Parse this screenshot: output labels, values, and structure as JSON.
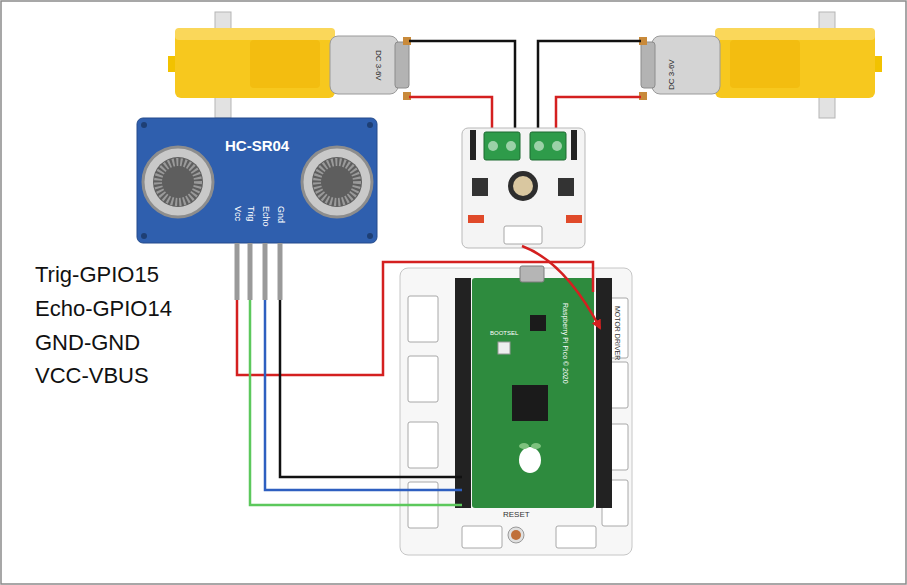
{
  "diagram": {
    "nodes": [
      {
        "text": [
          "DC 3-6V"
        ]
      },
      {
        "text": [
          "DC 3-6V"
        ]
      },
      {
        "text": [
          "HC-SR04",
          "Vcc",
          "Trig",
          "Echo",
          "Gnd"
        ]
      },
      {
        "text": [
          "MOTOR DRIVER",
          "RESET"
        ]
      },
      {
        "text": [
          "BOOTSEL",
          "Raspberry Pi Pico © 2020"
        ],
        "in": 3
      }
    ],
    "edges": [
      {
        "from": 2,
        "to": 3,
        "arrow": "none"
      },
      {
        "from": 2,
        "to": 3,
        "arrow": "none"
      },
      {
        "from": 2,
        "to": 3,
        "arrow": "none"
      },
      {
        "from": 2,
        "to": 3,
        "arrow": "none"
      }
    ],
    "labels": [
      "Trig-GPIO15",
      "Echo-GPIO14",
      "GND-GND",
      "VCC-VBUS"
    ]
  }
}
